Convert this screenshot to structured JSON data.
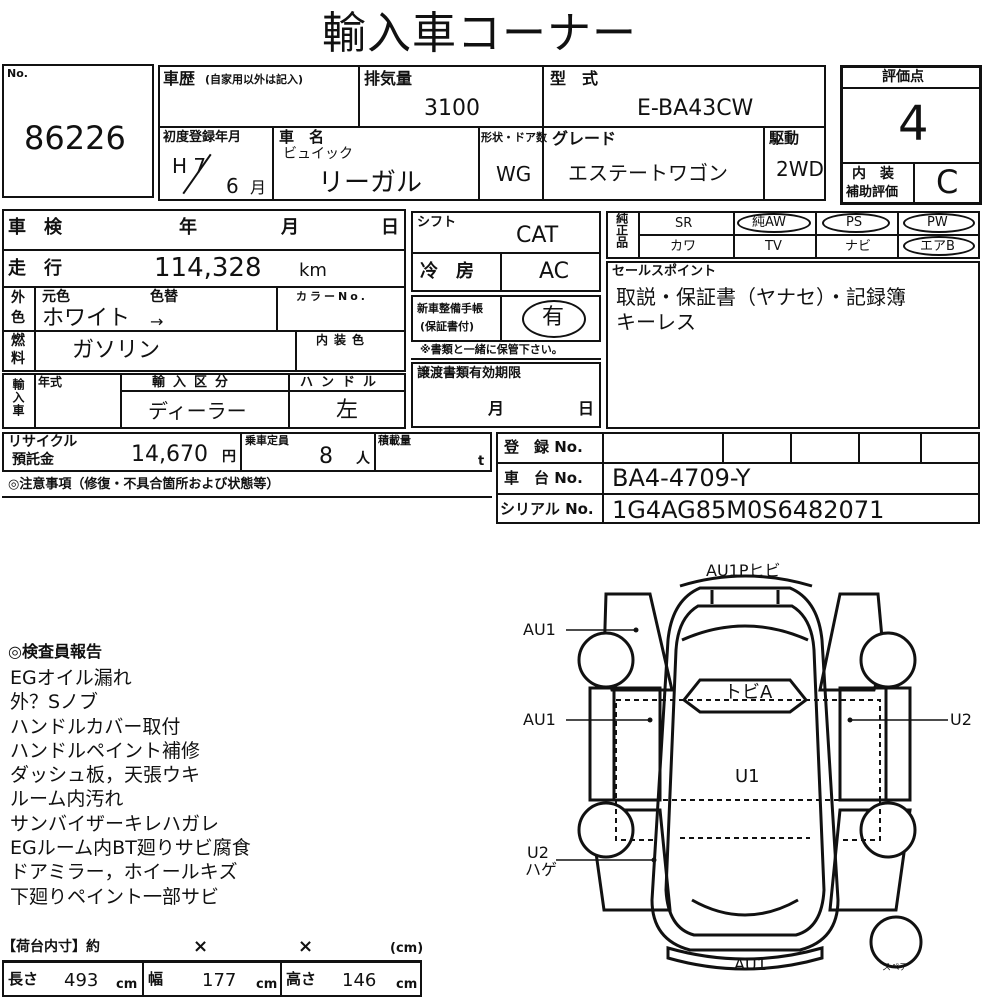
{
  "header": {
    "title": "輸入車コーナー"
  },
  "lot": {
    "label": "No.",
    "number": "86226"
  },
  "history": {
    "label": "車歴",
    "note": "(自家用以外は記入)",
    "value": ""
  },
  "displacement": {
    "label": "排気量",
    "value": "3100"
  },
  "model": {
    "label": "型　式",
    "value": "E-BA43CW"
  },
  "first_registration": {
    "label": "初度登録年月",
    "era_year": "H 7",
    "month": "6",
    "month_unit": "月"
  },
  "car_name": {
    "label": "車　名",
    "brand": "ビュイック",
    "name": "リーガル"
  },
  "body_type": {
    "label": "形状・ドア数",
    "value": "WG"
  },
  "grade": {
    "label": "グレード",
    "value": "エステートワゴン"
  },
  "drive": {
    "label": "駆動",
    "value": "2WD"
  },
  "score": {
    "label": "評価点",
    "value": "4",
    "interior_label_1": "内　装",
    "interior_label_2": "補助評価",
    "interior_value": "C"
  },
  "inspection": {
    "label": "車　検",
    "year": "年",
    "month": "月",
    "day": "日"
  },
  "mileage": {
    "label": "走　行",
    "value": "114,328",
    "unit": "km"
  },
  "color": {
    "side_1": "外",
    "side_2": "色",
    "original_label": "元色",
    "change_label": "色替",
    "original_value": "ホワイト",
    "arrow": "→",
    "code_label": "カラーNo."
  },
  "fuel": {
    "side_1": "燃",
    "side_2": "料",
    "value": "ガソリン",
    "interior_color_label": "内装色"
  },
  "import": {
    "side": "輸入車",
    "year_label": "年式",
    "category_label": "輸入区分",
    "category_value": "ディーラー",
    "handle_label": "ハンドル",
    "handle_value": "左"
  },
  "shift": {
    "label": "シフト",
    "value": "CAT"
  },
  "ac": {
    "label": "冷　房",
    "value": "AC"
  },
  "warranty": {
    "label_1": "新車整備手帳",
    "label_2": "(保証書付)",
    "value": "有",
    "note": "※書類と一緒に保管下さい。"
  },
  "transfer": {
    "label": "譲渡書類有効期限",
    "month": "月",
    "day": "日"
  },
  "equipment": {
    "side": "純正品",
    "row1": [
      "SR",
      "純AW",
      "PS",
      "PW"
    ],
    "row2": [
      "カワ",
      "TV",
      "ナビ",
      "エアB"
    ]
  },
  "sales_point": {
    "label": "セールスポイント",
    "line1": "取説・保証書（ヤナセ）・記録簿",
    "line2": "キーレス"
  },
  "recycle": {
    "label_1": "リサイクル",
    "label_2": "預託金",
    "value": "14,670",
    "unit": "円"
  },
  "capacity": {
    "label": "乗車定員",
    "value": "8",
    "unit": "人"
  },
  "load": {
    "label": "積載量",
    "unit": "t"
  },
  "registration_no": {
    "label": "登　録 No.",
    "value": ""
  },
  "chassis_no": {
    "label": "車　台 No.",
    "value": "BA4-4709-Y"
  },
  "serial_no": {
    "label": "シリアル No.",
    "value": "1G4AG85M0S6482071"
  },
  "notes": {
    "label": "◎注意事項（修復・不具合箇所および状態等）"
  },
  "inspector_report": {
    "label": "◎検査員報告",
    "lines": [
      "EGオイル漏れ",
      "外？Sノブ",
      "ハンドルカバー取付",
      "ハンドルペイント補修",
      "ダッシュ板，天張ウキ",
      "ルーム内汚れ",
      "サンバイザーキレハガレ",
      "EGルーム内BT廻りサビ腐食",
      "ドアミラー，ホイールキズ",
      "下廻りペイント一部サビ"
    ]
  },
  "cargo": {
    "label": "【荷台内寸】約",
    "x1": "×",
    "x2": "×",
    "unit_label": "(cm)",
    "length_label": "長さ",
    "length_value": "493",
    "length_unit": "cm",
    "width_label": "幅",
    "width_value": "177",
    "width_unit": "cm",
    "height_label": "高さ",
    "height_value": "146",
    "height_unit": "cm"
  },
  "diagram": {
    "front": "AU1Pヒビ",
    "left_front": "AU1",
    "left_middle": "AU1",
    "right_middle": "U2",
    "roof": "トビA",
    "center": "U1",
    "left_rear_1": "U2",
    "left_rear_2": "ハゲ",
    "rear": "AU1",
    "spare": "スペア"
  }
}
